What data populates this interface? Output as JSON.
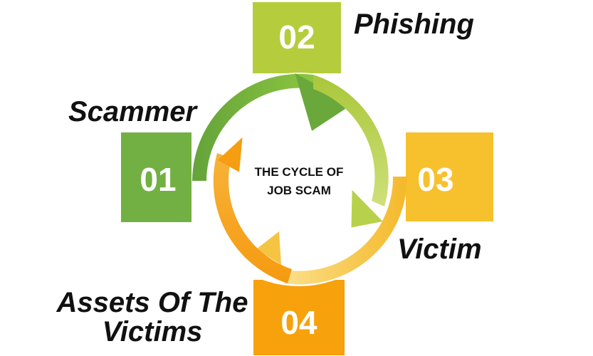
{
  "center": {
    "line1": "THE CYCLE OF",
    "line2": "JOB SCAM"
  },
  "steps": [
    {
      "number": "01",
      "label": "Scammer",
      "color": "#72b043"
    },
    {
      "number": "02",
      "label": "Phishing",
      "color": "#b5cd3c"
    },
    {
      "number": "03",
      "label": "Victim",
      "color": "#f7c12e"
    },
    {
      "number": "04",
      "label": "Assets Of The Victims",
      "color": "#f7a10c"
    }
  ],
  "colors": {
    "arrow_green": "#72b043",
    "arrow_lime": "#b5cd3c",
    "arrow_yellow": "#f7c12e",
    "arrow_orange": "#f39c12",
    "number_text": "#ffffff",
    "label_text": "#111111"
  }
}
